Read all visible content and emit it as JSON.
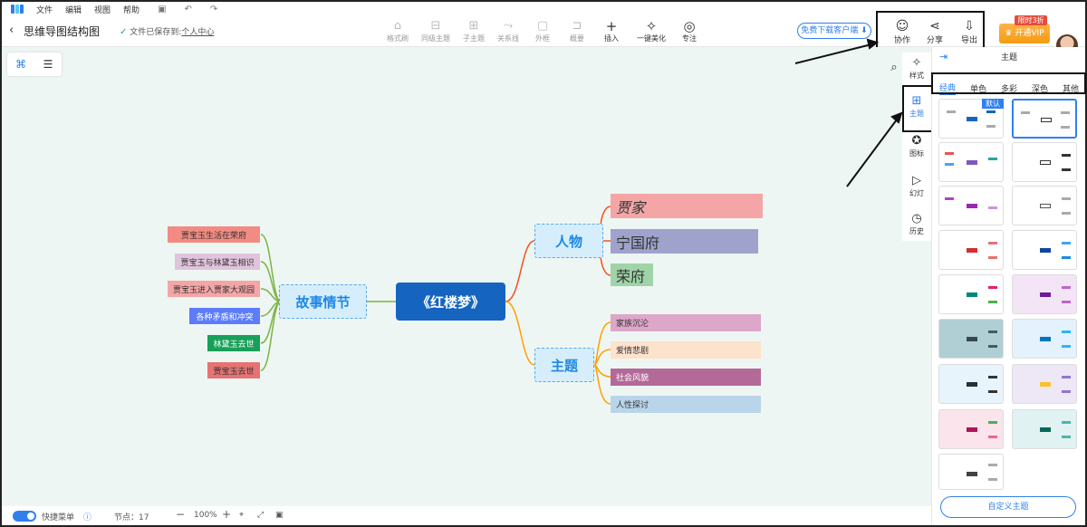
{
  "menu": {
    "items": [
      "文件",
      "编辑",
      "视图",
      "帮助"
    ]
  },
  "header": {
    "title": "思维导图结构图",
    "save_status": "文件已保存到:",
    "save_location": "个人中心"
  },
  "toolbar": {
    "tools": [
      "格式刷",
      "同级主题",
      "子主题",
      "关系线",
      "外框",
      "概要"
    ],
    "insert_label": "插入",
    "beautify_label": "一键美化",
    "focus_label": "专注",
    "download_label": "免费下载客户端",
    "collab_label": "协作",
    "share_label": "分享",
    "export_label": "导出",
    "vip_label": "开通VIP",
    "vip_badge": "限时3折"
  },
  "mindmap": {
    "root": "《红楼梦》",
    "left_branch": "故事情节",
    "left_leaves": [
      "贾宝玉生活在荣府",
      "贾宝玉与林黛玉相识",
      "贾宝玉进入贾家大观园",
      "各种矛盾和冲突",
      "林黛玉去世",
      "贾宝玉去世"
    ],
    "right_branch_1": "人物",
    "right_leaves_1": [
      "贾家",
      "宁国府",
      "荣府"
    ],
    "right_branch_2": "主题",
    "right_leaves_2": [
      "家族沉沦",
      "爱情悲剧",
      "社会风貌",
      "人性探讨"
    ]
  },
  "sidebar": {
    "items": [
      "样式",
      "主题",
      "图标",
      "幻灯",
      "历史"
    ]
  },
  "panel": {
    "title": "主题",
    "tabs": [
      "经典",
      "单色",
      "多彩",
      "深色",
      "其他"
    ],
    "default_badge": "默认",
    "custom_button": "自定义主题"
  },
  "statusbar": {
    "quick_menu": "快捷菜单",
    "node_count": "节点：17",
    "zoom": "100%"
  },
  "colors": {
    "accent": "#2f80ed",
    "root": "#1565c0"
  }
}
